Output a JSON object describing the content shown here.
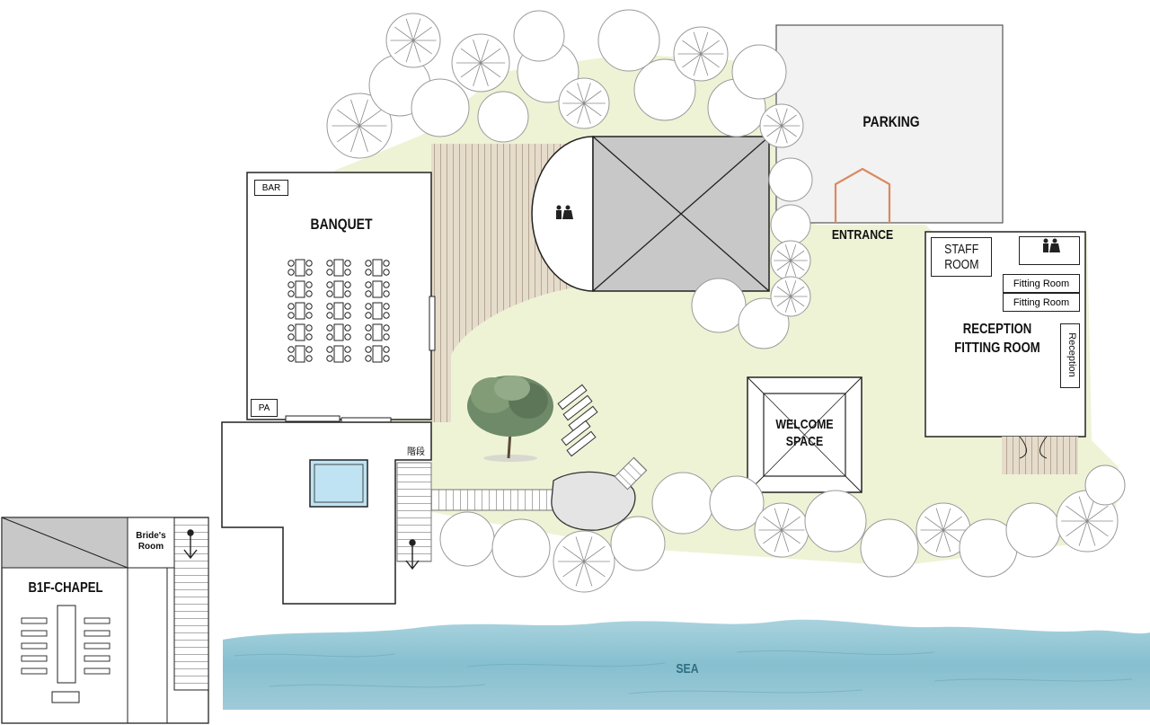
{
  "map": {
    "areas": {
      "parking": "PARKING",
      "entrance": "ENTRANCE",
      "banquet": "BANQUET",
      "bar": "BAR",
      "pa": "PA",
      "stairs": "階段",
      "welcome_space_line1": "WELCOME",
      "welcome_space_line2": "SPACE",
      "staff_room_line1": "STAFF",
      "staff_room_line2": "ROOM",
      "fitting_room_1": "Fitting Room",
      "fitting_room_2": "Fitting Room",
      "reception_fitting_room_line1": "RECEPTION",
      "reception_fitting_room_line2": "FITTING ROOM",
      "reception": "Reception",
      "sea": "SEA"
    },
    "inset": {
      "chapel": "B1F-CHAPEL",
      "brides_room_line1": "Bride's",
      "brides_room_line2": "Room"
    },
    "icons": [
      "restroom-icon",
      "down-arrow-icon",
      "tree-icon",
      "sun-lounger-icon"
    ],
    "colors": {
      "lawn": "#eef3d6",
      "deck": "#e6dccb",
      "building_gray": "#c8c8c8",
      "sea": "#8ec3d2",
      "sea_label": "#2f6f82",
      "pool": "#bfe3f2",
      "entrance_frame": "#d98a5f"
    }
  }
}
